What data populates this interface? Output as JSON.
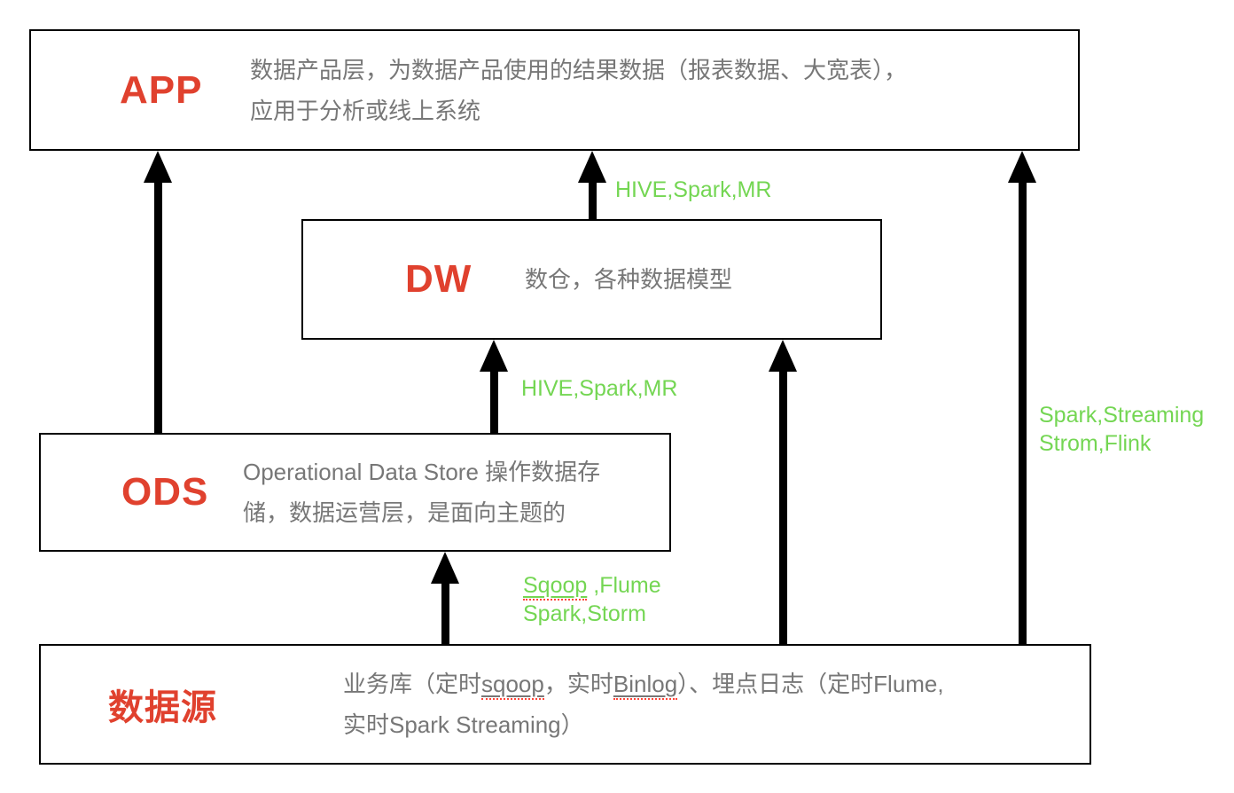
{
  "colors": {
    "accent_red": "#e0412e",
    "text_gray": "#777777",
    "green": "#74d653",
    "spellcheck_red": "#ff453a",
    "black": "#000000"
  },
  "layers": [
    {
      "name": "APP",
      "desc_line1": "数据产品层，为数据产品使用的结果数据（报表数据、大宽表），",
      "desc_line2": "应用于分析或线上系统"
    },
    {
      "name": "DW",
      "desc_line1": "数仓，各种数据模型"
    },
    {
      "name": "ODS",
      "desc_line1": "Operational Data Store 操作数据存",
      "desc_line2": "储，数据运营层，是面向主题的"
    },
    {
      "name": "数据源",
      "desc_segments": {
        "pre": "业务库（定时",
        "misspelled1": "sqoop",
        "mid": "，实时",
        "misspelled2": "Binlog",
        "post": "）、埋点日志（定时Flume,",
        "line2": "实时Spark Streaming）"
      }
    }
  ],
  "edges": [
    {
      "from": "ODS",
      "to": "APP",
      "label": ""
    },
    {
      "from": "DW",
      "to": "APP",
      "label": "HIVE,Spark,MR"
    },
    {
      "from": "ODS",
      "to": "DW",
      "label": "HIVE,Spark,MR"
    },
    {
      "from": "数据源",
      "to": "ODS",
      "label_line1_word1": "Sqoop",
      "label_line1_rest": " ,Flume",
      "label_line2": "Spark,Storm"
    },
    {
      "from": "数据源",
      "to": "DW",
      "label": ""
    },
    {
      "from": "数据源",
      "to": "APP",
      "label_line1": "Spark,Streaming",
      "label_line2": "Strom,Flink"
    }
  ]
}
